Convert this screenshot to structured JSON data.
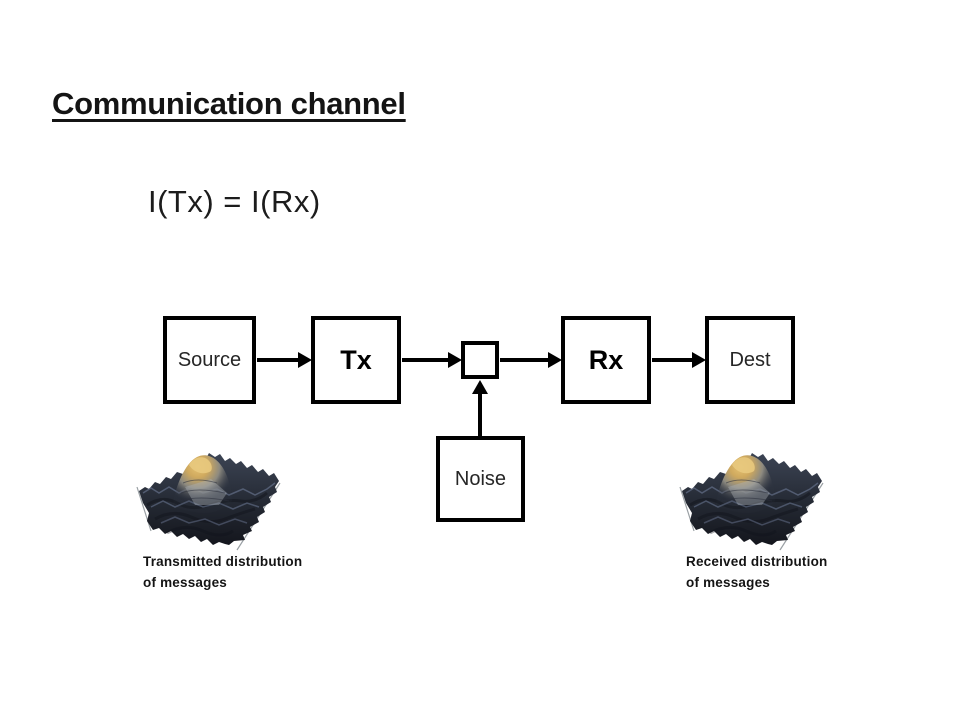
{
  "slide": {
    "title": "Communication channel",
    "equation": "I(Tx) = I(Rx)"
  },
  "diagram": {
    "nodes": [
      {
        "id": "source",
        "label": "Source"
      },
      {
        "id": "tx",
        "label": "Tx"
      },
      {
        "id": "junction",
        "label": ""
      },
      {
        "id": "rx",
        "label": "Rx"
      },
      {
        "id": "dest",
        "label": "Dest"
      },
      {
        "id": "noise",
        "label": "Noise"
      }
    ],
    "connections": [
      "source-to-tx",
      "tx-to-junction",
      "junction-to-rx",
      "rx-to-dest",
      "noise-to-junction"
    ]
  },
  "figures": {
    "transmitted": {
      "icon": "3d-surface-plot",
      "caption_line1": "Transmitted distribution",
      "caption_line2": "of messages"
    },
    "received": {
      "icon": "3d-surface-plot",
      "caption_line1": "Received distribution",
      "caption_line2": "of messages"
    }
  },
  "colors": {
    "background": "#ffffff",
    "box_border": "#000000",
    "text": "#1c1c1c",
    "surface_dark": "#242933",
    "surface_ridge": "#5d6880",
    "surface_peak": "#d9b45c",
    "axis_line": "#9aa0a4"
  }
}
